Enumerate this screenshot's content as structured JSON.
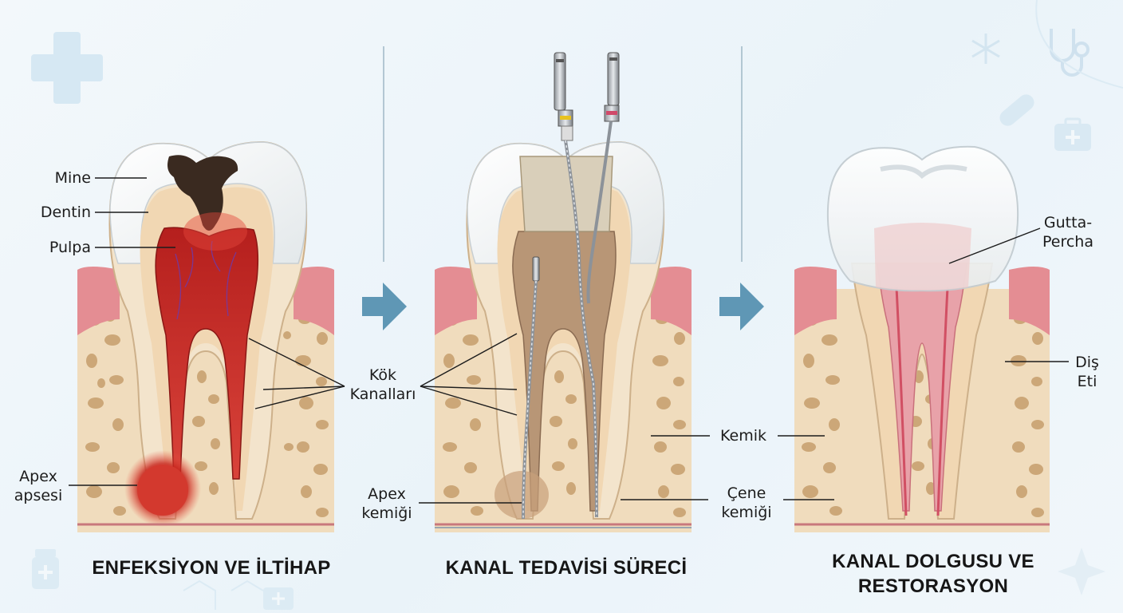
{
  "panels": [
    {
      "title": "ENFEKSİYON VE İLTİHAP"
    },
    {
      "title": "KANAL TEDAVİSİ SÜRECİ"
    },
    {
      "title_line1": "KANAL DOLGUSU VE",
      "title_line2": "RESTORASYON"
    }
  ],
  "labels": {
    "mine": "Mine",
    "dentin": "Dentin",
    "pulpa": "Pulpa",
    "apex_apsesi_1": "Apex",
    "apex_apsesi_2": "apsesi",
    "kok_kanallari_1": "Kök",
    "kok_kanallari_2": "Kanalları",
    "apex_kemigi_1": "Apex",
    "apex_kemigi_2": "kemiği",
    "kemik": "Kemik",
    "cene_kemigi_1": "Çene",
    "cene_kemigi_2": "kemiği",
    "gutta_1": "Gutta-",
    "gutta_2": "Percha",
    "dis_eti_1": "Diş",
    "dis_eti_2": "Eti"
  },
  "colors": {
    "enamel": "#f4f6f7",
    "dentin": "#f1d7b3",
    "pulp_infected": "#c9302c",
    "gum": "#e48d93",
    "bone": "#f0dcbd",
    "bone_pore": "#c69e6c",
    "caries": "#3a2a20",
    "arrow": "#5f97b5",
    "file_yellow": "#e8c21f",
    "file_pink": "#d04a6a",
    "gutta": "#e8a2a9"
  },
  "icons": [
    "medical-cross-icon",
    "star-of-life-icon",
    "stethoscope-icon",
    "pill-icon",
    "first-aid-kit-icon",
    "medicine-bottle-icon",
    "sparkle-icon"
  ]
}
